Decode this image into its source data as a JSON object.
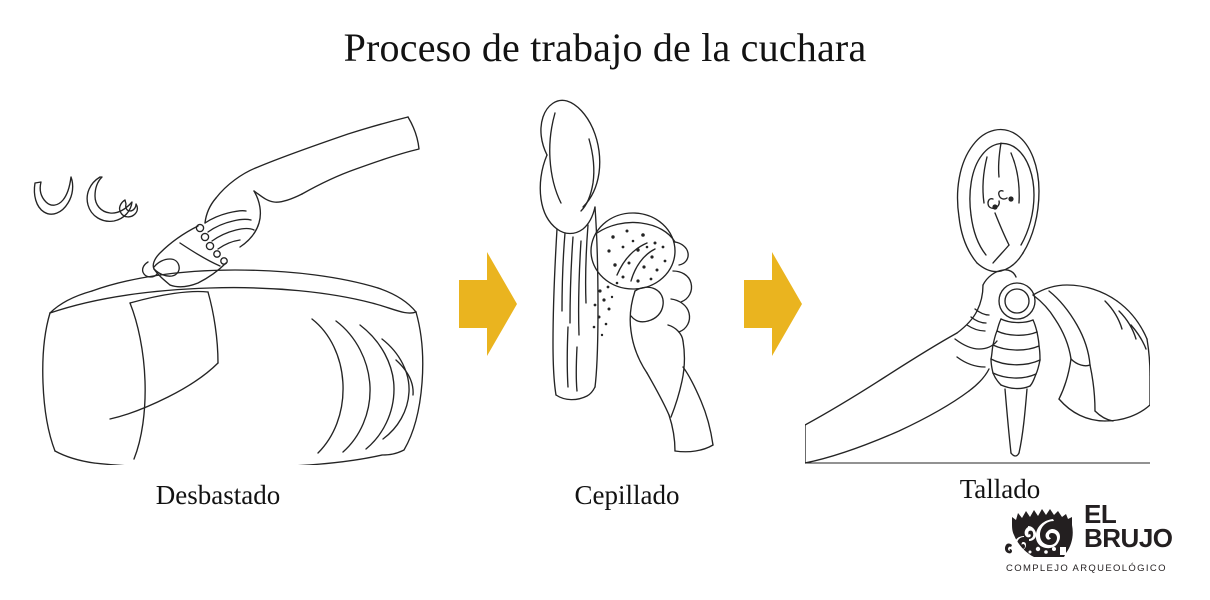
{
  "page": {
    "title": "Proceso de trabajo de la cuchara",
    "background_color": "#ffffff",
    "ink_color": "#222222",
    "accent_color": "#eab41f"
  },
  "steps": [
    {
      "index": 1,
      "label": "Desbastado",
      "illustration_name": "hand-carving-wood-block-illustration",
      "description": "Mano con azuela desbastando un bloque de madera; virutas saltando"
    },
    {
      "index": 2,
      "label": "Cepillado",
      "illustration_name": "hand-sanding-spoon-blank-illustration",
      "description": "Mano sujetando una piedra abrasiva redonda contra la cuchara en bruto; polvo de madera"
    },
    {
      "index": 3,
      "label": "Tallado",
      "illustration_name": "hands-carving-spoon-detail-illustration",
      "description": "Dos manos tallando el detalle del mango de la cuchara con un buril"
    }
  ],
  "arrows": [
    {
      "name": "flow-arrow-1",
      "direction": "right",
      "color": "#eab41f"
    },
    {
      "name": "flow-arrow-2",
      "direction": "right",
      "color": "#eab41f"
    }
  ],
  "logo": {
    "mark_name": "el-brujo-spiral-wave-mark",
    "line1": "EL",
    "line2": "BRUJO",
    "tagline": "COMPLEJO ARQUEOLÓGICO",
    "color": "#231f20"
  }
}
